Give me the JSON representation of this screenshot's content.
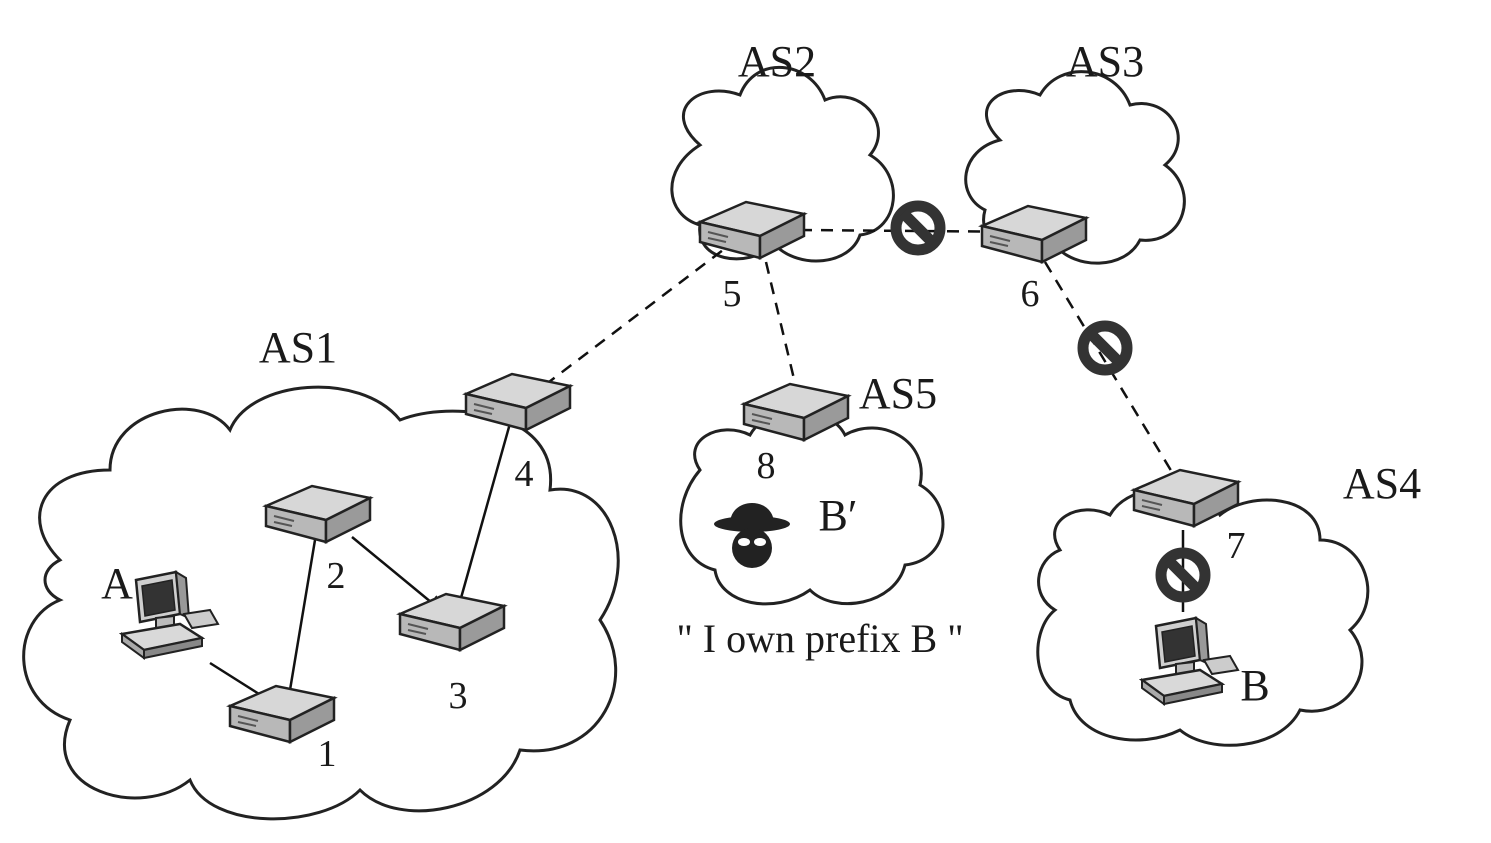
{
  "autonomous_systems": [
    {
      "id": "as1",
      "label": "AS1"
    },
    {
      "id": "as2",
      "label": "AS2"
    },
    {
      "id": "as3",
      "label": "AS3"
    },
    {
      "id": "as4",
      "label": "AS4"
    },
    {
      "id": "as5",
      "label": "AS5"
    }
  ],
  "routers": [
    {
      "id": "r1",
      "label": "1"
    },
    {
      "id": "r2",
      "label": "2"
    },
    {
      "id": "r3",
      "label": "3"
    },
    {
      "id": "r4",
      "label": "4"
    },
    {
      "id": "r5",
      "label": "5"
    },
    {
      "id": "r6",
      "label": "6"
    },
    {
      "id": "r7",
      "label": "7"
    },
    {
      "id": "r8",
      "label": "8"
    }
  ],
  "hosts": [
    {
      "id": "hostA",
      "label": "A"
    },
    {
      "id": "hostB",
      "label": "B"
    }
  ],
  "attacker": {
    "label": "B′",
    "icon": "hacker-icon"
  },
  "announcement": "\" I own prefix B \"",
  "links": [
    {
      "from": "hostA",
      "to": "r1",
      "style": "solid",
      "arrow": true
    },
    {
      "from": "r1",
      "to": "r2",
      "style": "solid",
      "arrow": true
    },
    {
      "from": "r2",
      "to": "r3",
      "style": "solid",
      "arrow": true
    },
    {
      "from": "r3",
      "to": "r4",
      "style": "solid",
      "arrow": true
    },
    {
      "from": "r4",
      "to": "r5",
      "style": "dashed",
      "arrow": true
    },
    {
      "from": "r5",
      "to": "r8",
      "style": "dashed",
      "arrow": true
    },
    {
      "from": "r5",
      "to": "r6",
      "style": "dashed",
      "arrow": true,
      "blocked": true
    },
    {
      "from": "r6",
      "to": "r7",
      "style": "dashed",
      "arrow": true,
      "blocked": true
    },
    {
      "from": "r7",
      "to": "hostB",
      "style": "solid",
      "arrow": false,
      "blocked": true
    }
  ],
  "icons": {
    "router": "router-icon",
    "host": "computer-icon",
    "blocked": "no-entry-icon"
  }
}
